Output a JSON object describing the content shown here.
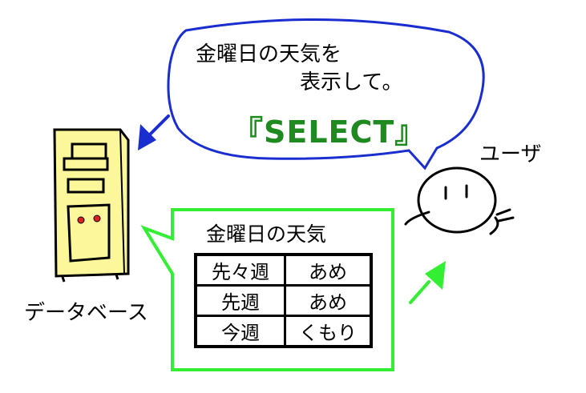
{
  "colors": {
    "request_bubble": "#1a2ecf",
    "response_bubble": "#33ee33",
    "select_text": "#1f8a1f",
    "server_body": "#fbf79a"
  },
  "request": {
    "line1": "金曜日の天気を",
    "line2": "表示して。",
    "command": "『SELECT』"
  },
  "user_label": "ユーザ",
  "database_label": "データベース",
  "result": {
    "title": "金曜日の天気",
    "rows": [
      {
        "week": "先々週",
        "weather": "あめ"
      },
      {
        "week": "先週",
        "weather": "あめ"
      },
      {
        "week": "今週",
        "weather": "くもり"
      }
    ]
  }
}
